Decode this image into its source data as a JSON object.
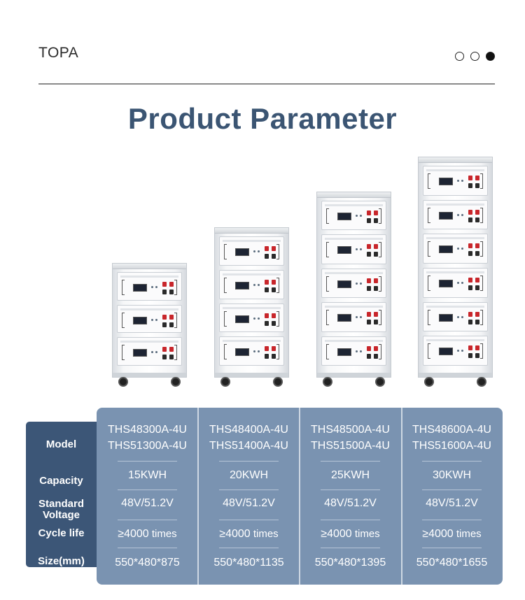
{
  "header": {
    "brand": "TOPA",
    "pager_dots": 3,
    "active_dot": 3
  },
  "title": "Product Parameter",
  "colors": {
    "title": "#3b5573",
    "label_bg": "#3c5677",
    "table_bg": "#7a93b1"
  },
  "products": [
    {
      "modules": 3
    },
    {
      "modules": 4
    },
    {
      "modules": 5
    },
    {
      "modules": 6
    }
  ],
  "table": {
    "labels": {
      "model": "Model",
      "capacity": "Capacity",
      "voltage_1": "Standard",
      "voltage_2": "Voltage",
      "cycle": "Cycle life",
      "size": "Size(mm)"
    },
    "columns": [
      {
        "model_1": "THS48300A-4U",
        "model_2": "THS51300A-4U",
        "capacity": "15KWH",
        "voltage": "48V/51.2V",
        "cycle": "≥4000",
        "cycle_unit": " times",
        "size": "550*480*875"
      },
      {
        "model_1": "THS48400A-4U",
        "model_2": "THS51400A-4U",
        "capacity": "20KWH",
        "voltage": "48V/51.2V",
        "cycle": "≥4000",
        "cycle_unit": " times",
        "size": "550*480*1135"
      },
      {
        "model_1": "THS48500A-4U",
        "model_2": "THS51500A-4U",
        "capacity": "25KWH",
        "voltage": "48V/51.2V",
        "cycle": "≥4000",
        "cycle_unit": " times",
        "size": "550*480*1395"
      },
      {
        "model_1": "THS48600A-4U",
        "model_2": "THS51600A-4U",
        "capacity": "30KWH",
        "voltage": "48V/51.2V",
        "cycle": "≥4000",
        "cycle_unit": " times",
        "size": "550*480*1655"
      }
    ]
  }
}
